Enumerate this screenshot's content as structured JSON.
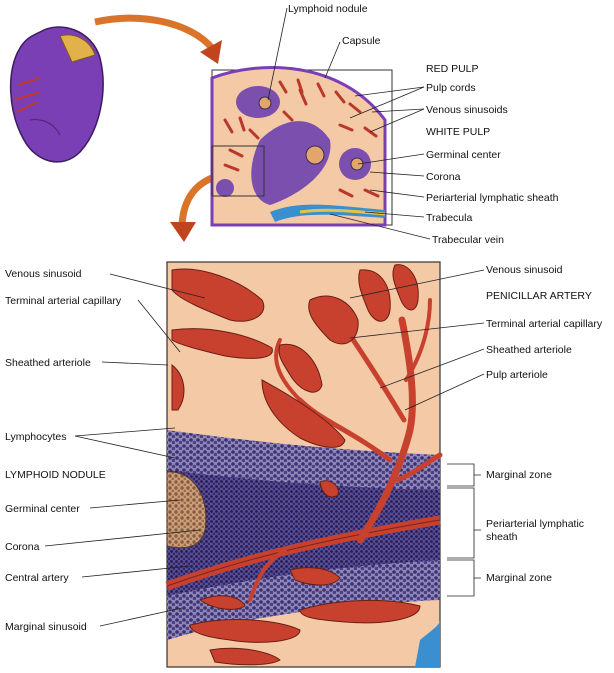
{
  "figure": {
    "top_labels": {
      "lymphoid_nodule": "Lymphoid nodule",
      "capsule": "Capsule",
      "red_pulp": "RED PULP",
      "pulp_cords": "Pulp cords",
      "venous_sinusoids": "Venous sinusoids",
      "white_pulp": "WHITE PULP",
      "germinal_center": "Germinal center",
      "corona": "Corona",
      "pals": "Periarterial lymphatic sheath",
      "trabecula": "Trabecula",
      "trabecular_vein": "Trabecular vein"
    },
    "left_labels": {
      "venous_sinusoid": "Venous sinusoid",
      "terminal_arterial_capillary": "Terminal arterial capillary",
      "sheathed_arteriole": "Sheathed arteriole",
      "lymphocytes": "Lymphocytes",
      "lymphoid_nodule": "LYMPHOID NODULE",
      "germinal_center": "Germinal center",
      "corona": "Corona",
      "central_artery": "Central artery",
      "marginal_sinusoid": "Marginal sinusoid"
    },
    "right_labels": {
      "venous_sinusoid": "Venous sinusoid",
      "penicillar_artery": "PENICILLAR ARTERY",
      "terminal_arterial_capillary": "Terminal arterial capillary",
      "sheathed_arteriole": "Sheathed arteriole",
      "pulp_arteriole": "Pulp arteriole",
      "marginal_zone_top": "Marginal zone",
      "pals_line1": "Periarterial lymphatic",
      "pals_line2": "sheath",
      "marginal_zone_bottom": "Marginal zone"
    }
  },
  "colors": {
    "spleen": "#7b3fb5",
    "red_pulp_bg": "#f4c9a6",
    "sinusoid": "#c8412e",
    "white_pulp": "#7a4fae",
    "lymphocyte": "#3a3070",
    "trabecula": "#3a8fd0"
  }
}
